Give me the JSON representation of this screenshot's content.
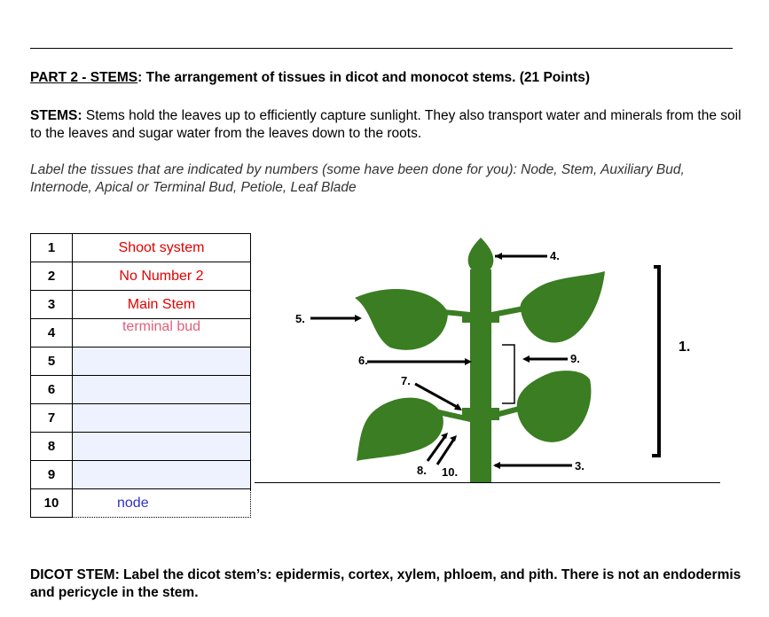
{
  "heading": {
    "part": "PART 2 - STEMS",
    "rest": ": The arrangement of tissues in dicot and monocot stems. (21 Points)"
  },
  "stems_paragraph": {
    "label": "STEMS:",
    "text": " Stems hold the leaves up to efficiently capture sunlight. They also transport water and minerals from the soil to the leaves and sugar water from the leaves down to the roots."
  },
  "instructions": "Label the tissues that are indicated by numbers (some have been done for you): Node, Stem, Auxiliary Bud, Internode, Apical or Terminal Bud, Petiole, Leaf Blade",
  "table": {
    "rows": [
      {
        "num": "1",
        "value": "Shoot system"
      },
      {
        "num": "2",
        "value": "No Number 2"
      },
      {
        "num": "3",
        "value": "Main Stem"
      },
      {
        "num": "4",
        "value": "terminal bud"
      },
      {
        "num": "5",
        "value": ""
      },
      {
        "num": "6",
        "value": ""
      },
      {
        "num": "7",
        "value": ""
      },
      {
        "num": "8",
        "value": ""
      },
      {
        "num": "9",
        "value": ""
      },
      {
        "num": "10",
        "value": "node"
      }
    ]
  },
  "diagram": {
    "labels": {
      "l1": "1.",
      "l3": "3.",
      "l4": "4.",
      "l5": "5.",
      "l6": "6.",
      "l7": "7.",
      "l8": "8.",
      "l9": "9.",
      "l10": "10."
    },
    "colors": {
      "plant": "#3a7d22",
      "line": "#000000"
    }
  },
  "dicot": {
    "label": "DICOT STEM:",
    "text": " Label the dicot stem’s: epidermis, cortex, xylem, phloem, and pith. There is not an endodermis and pericycle in the stem."
  }
}
